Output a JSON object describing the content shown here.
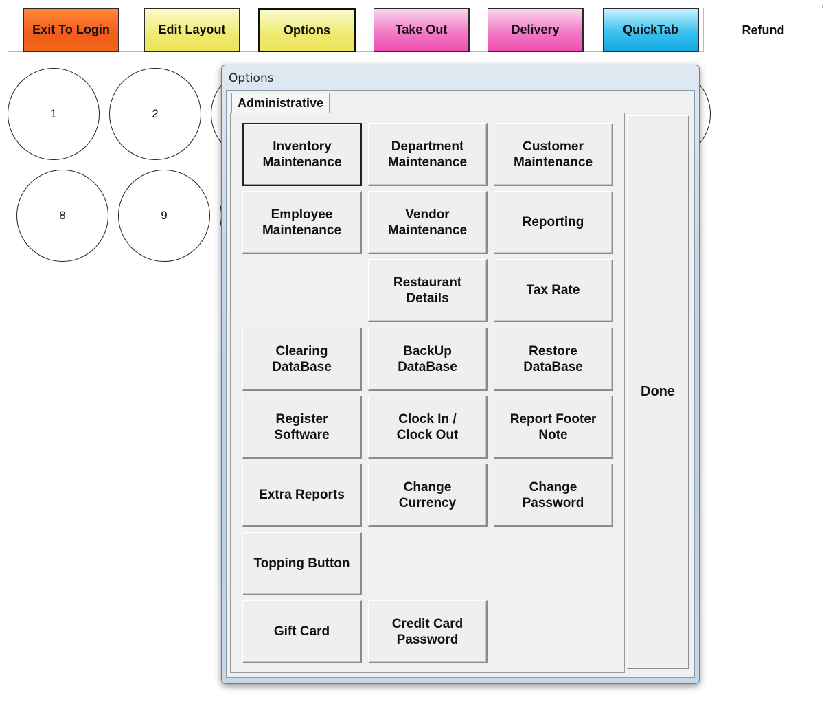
{
  "toolbar": {
    "exit_to_login": "Exit To Login",
    "edit_layout": "Edit Layout",
    "options": "Options",
    "take_out": "Take Out",
    "delivery": "Delivery",
    "quicktab": "QuickTab",
    "refund": "Refund"
  },
  "tables": [
    "1",
    "2",
    "8",
    "9"
  ],
  "dialog": {
    "title": "Options",
    "tab": "Administrative",
    "buttons": {
      "inventory_maintenance": "Inventory\nMaintenance",
      "department_maintenance": "Department\nMaintenance",
      "customer_maintenance": "Customer\nMaintenance",
      "employee_maintenance": "Employee\nMaintenance",
      "vendor_maintenance": "Vendor\nMaintenance",
      "reporting": "Reporting",
      "restaurant_details": "Restaurant\nDetails",
      "tax_rate": "Tax Rate",
      "clearing_database": "Clearing\nDataBase",
      "backup_database": "BackUp\nDataBase",
      "restore_database": "Restore\nDataBase",
      "register_software": "Register\nSoftware",
      "clock_in_out": "Clock In /\nClock Out",
      "report_footer_note": "Report Footer\nNote",
      "extra_reports": "Extra Reports",
      "change_currency": "Change\nCurrency",
      "change_password": "Change\nPassword",
      "topping_button": "Topping Button",
      "gift_card": "Gift Card",
      "credit_card_password": "Credit Card\nPassword"
    },
    "done": "Done"
  }
}
